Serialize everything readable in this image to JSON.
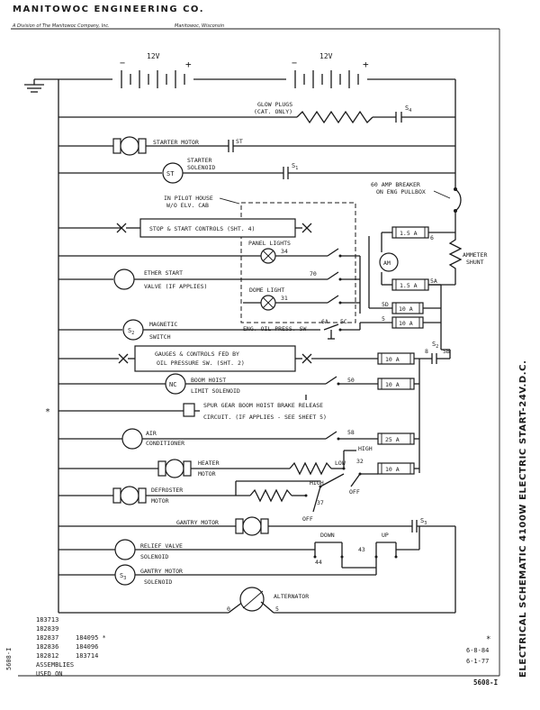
{
  "header": {
    "company": "MANITOWOC ENGINEERING CO.",
    "division": "A Division of The Manitowoc Company, Inc.",
    "location": "Manitowoc, Wisconsin"
  },
  "batteries": [
    {
      "voltage": "12V"
    },
    {
      "voltage": "12V"
    }
  ],
  "labels": {
    "glow_plugs": "GLOW PLUGS",
    "glow_plugs_note": "(CAT. ONLY)",
    "s4": "S",
    "s4_sub": "4",
    "starter_motor": "STARTER MOTOR",
    "st_contact": "ST",
    "starter_solenoid_1": "STARTER",
    "starter_solenoid_2": "SOLENOID",
    "st_coil": "ST",
    "s1": "S",
    "s1_sub": "1",
    "breaker_1": "60 AMP BREAKER",
    "breaker_2": "ON ENG PULLBOX",
    "pilot_house_1": "IN PILOT HOUSE",
    "pilot_house_2": "W/O ELV. CAB",
    "stop_start": "STOP & START CONTROLS (SHT. 4)",
    "panel_lights": "PANEL LIGHTS",
    "n34": "34",
    "n70": "70",
    "ether_1": "ETHER START",
    "ether_2": "VALVE (IF APPLIES)",
    "dome_light": "DOME LIGHT",
    "n31": "31",
    "magnetic_1": "MAGNETIC",
    "magnetic_2": "SWITCH",
    "s2_coil": "S",
    "s2_sub": "2",
    "eng_oil": "ENG. OIL PRESS. SW",
    "n6a": "6A",
    "n5c": "5C",
    "ammeter_1": "AMMETER",
    "ammeter_2": "SHUNT",
    "am": "AM",
    "n6": "6",
    "n5a": "5A",
    "n5d": "5D",
    "n5": "5",
    "n8": "8",
    "s2_contact": "S",
    "s2_contact_sub": "2",
    "n5b": "5B",
    "gauges_1": "GAUGES & CONTROLS FED BY",
    "gauges_2": "OIL PRESSURE SW. (SHT. 2)",
    "boom_hoist_1": "BOOM HOIST",
    "boom_hoist_2": "LIMIT SOLENOID",
    "nc": "NC",
    "n50": "50",
    "spur_1": "SPUR GEAR BOOM HOIST BRAKE RELEASE",
    "spur_2": "CIRCUIT.  (IF APPLIES - SEE SHEET 5)",
    "asterisk": "*",
    "air_1": "AIR",
    "air_2": "CONDITIONER",
    "n58": "58",
    "high1": "HIGH",
    "heater_1": "HEATER",
    "heater_2": "MOTOR",
    "low": "LOW",
    "n32": "32",
    "high2": "HIGH",
    "off1": "OFF",
    "defroster_1": "DEFROSTER",
    "defroster_2": "MOTOR",
    "n37": "37",
    "off2": "OFF",
    "gantry_motor": "GANTRY MOTOR",
    "s3": "S",
    "s3_sub": "3",
    "down": "DOWN",
    "up": "UP",
    "n43": "43",
    "n44": "44",
    "relief_1": "RELIEF VALVE",
    "relief_2": "SOLENOID",
    "gantry_sol_1": "GANTRY MOTOR",
    "gantry_sol_2": "SOLENOID",
    "s3_coil": "S",
    "s3_coil_sub": "3",
    "alternator": "ALTERNATOR",
    "n0": "0",
    "n5_alt": "5"
  },
  "fuses": [
    "1.5 A",
    "1.5 A",
    "10 A",
    "10 A",
    "10 A",
    "10 A",
    "25 A",
    "10 A"
  ],
  "assemblies": {
    "col1": [
      "183713",
      "182839",
      "182837",
      "182836",
      "182812"
    ],
    "col2": [
      "184095 *",
      "184096",
      "183714"
    ],
    "used_on_1": "ASSEMBLIES",
    "used_on_2": "USED ON"
  },
  "side_title": "ELECTRICAL SCHEMATIC 4100W ELECTRIC START-24V.D.C.",
  "dates": [
    "6-8-84",
    "6-1-77"
  ],
  "date_asterisk": "*",
  "drawing_no": "5608-I",
  "drawing_no_left": "5608-I"
}
